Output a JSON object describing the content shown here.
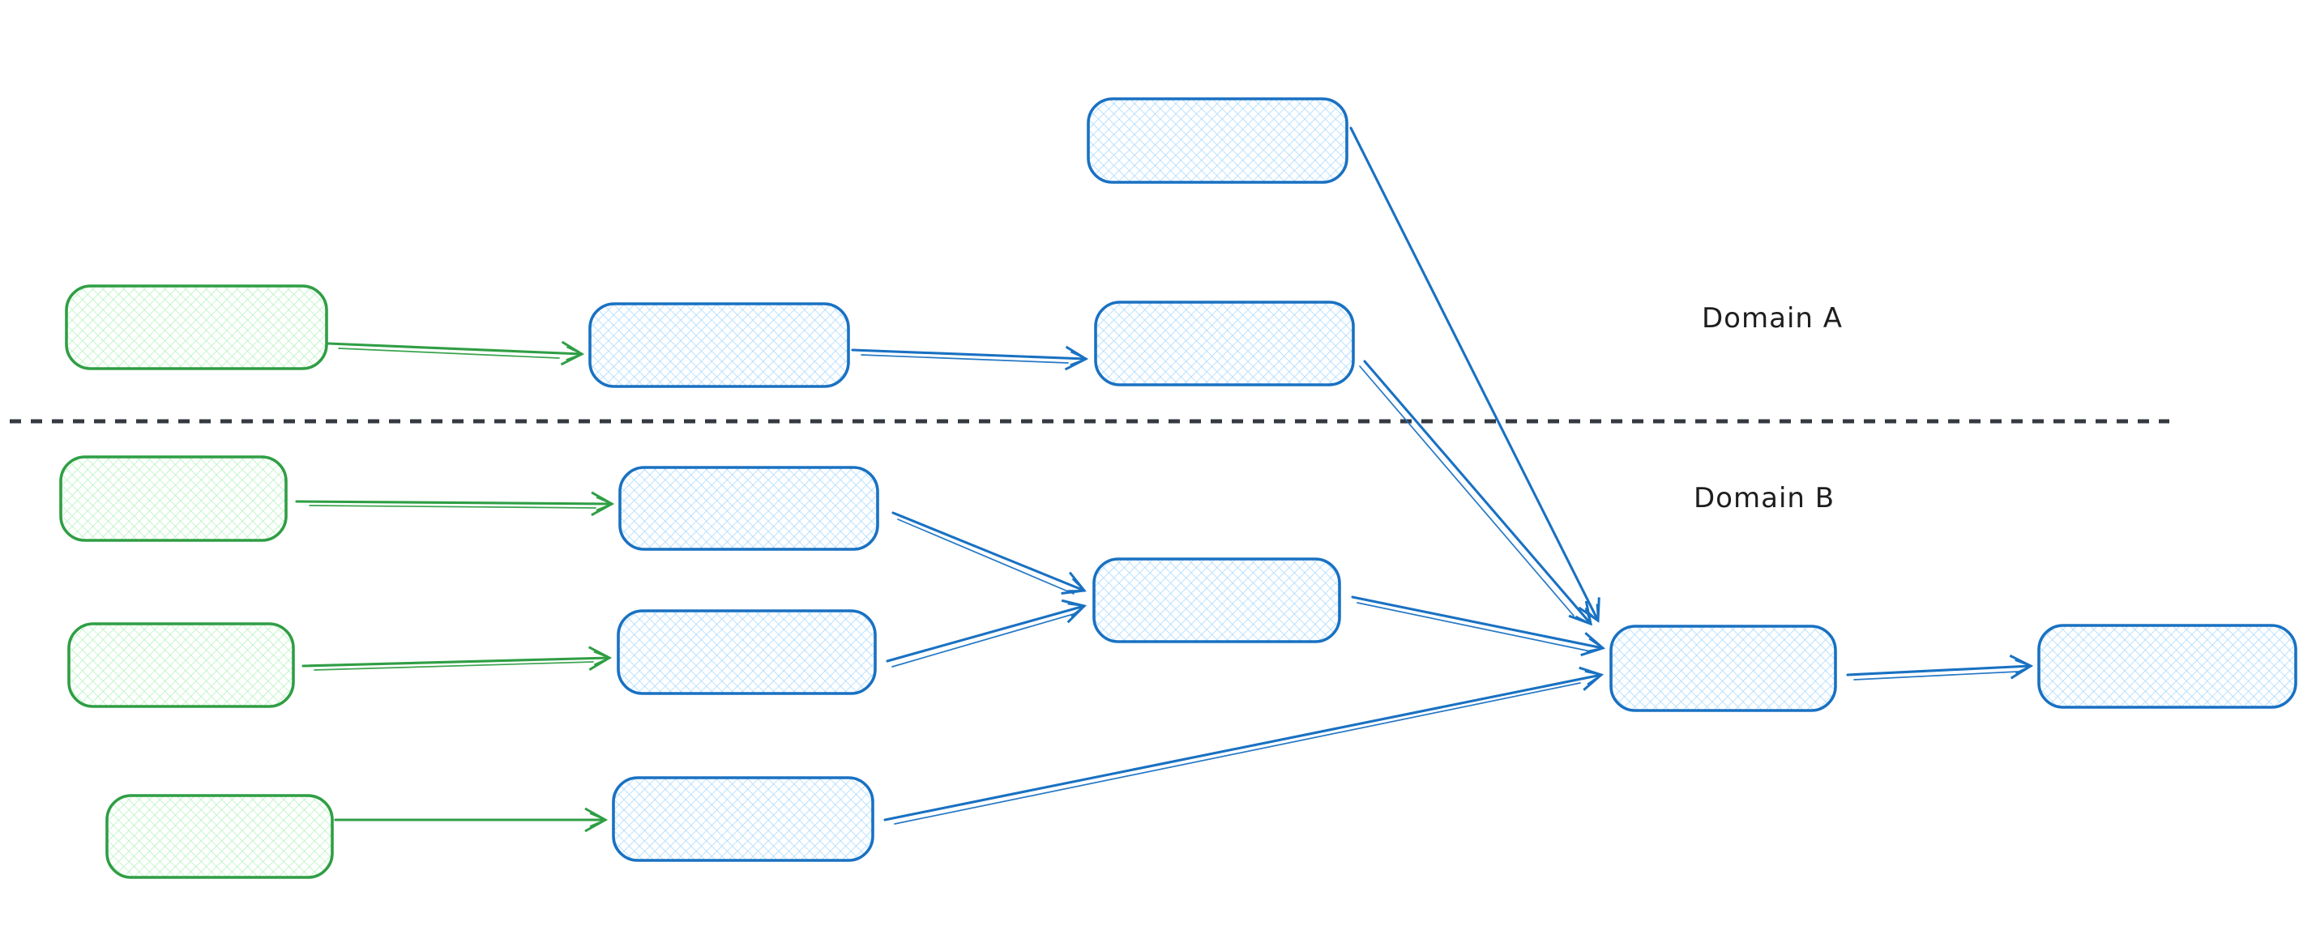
{
  "diagram": {
    "labels": {
      "domain_a": "Domain A",
      "domain_b": "Domain B"
    },
    "colors": {
      "background": "#ffffff",
      "blue_stroke": "#1971c2",
      "blue_fill": "#a5d8ff",
      "green_stroke": "#2f9e44",
      "green_fill": "#b2f2bb",
      "divider": "#343a40",
      "label_text": "#1e1e1e"
    },
    "nodes": [
      {
        "id": "a-top-blue",
        "variant": "blue"
      },
      {
        "id": "a-source-green",
        "variant": "green"
      },
      {
        "id": "a-mid-blue",
        "variant": "blue"
      },
      {
        "id": "a-right-blue",
        "variant": "blue"
      },
      {
        "id": "b1-source-green",
        "variant": "green"
      },
      {
        "id": "b1-blue",
        "variant": "blue"
      },
      {
        "id": "b2-source-green",
        "variant": "green"
      },
      {
        "id": "b2-blue",
        "variant": "blue"
      },
      {
        "id": "b-mid-blue",
        "variant": "blue"
      },
      {
        "id": "b3-source-green",
        "variant": "green"
      },
      {
        "id": "b3-blue",
        "variant": "blue"
      },
      {
        "id": "final-join-blue",
        "variant": "blue"
      },
      {
        "id": "output-blue",
        "variant": "blue"
      }
    ],
    "edges": [
      {
        "from": "a-source-green",
        "to": "a-mid-blue",
        "color": "green"
      },
      {
        "from": "a-mid-blue",
        "to": "a-right-blue",
        "color": "blue"
      },
      {
        "from": "a-top-blue",
        "to": "final-join-blue",
        "color": "blue"
      },
      {
        "from": "a-right-blue",
        "to": "final-join-blue",
        "color": "blue"
      },
      {
        "from": "b1-source-green",
        "to": "b1-blue",
        "color": "green"
      },
      {
        "from": "b2-source-green",
        "to": "b2-blue",
        "color": "green"
      },
      {
        "from": "b3-source-green",
        "to": "b3-blue",
        "color": "green"
      },
      {
        "from": "b1-blue",
        "to": "b-mid-blue",
        "color": "blue"
      },
      {
        "from": "b2-blue",
        "to": "b-mid-blue",
        "color": "blue"
      },
      {
        "from": "b-mid-blue",
        "to": "final-join-blue",
        "color": "blue"
      },
      {
        "from": "b3-blue",
        "to": "final-join-blue",
        "color": "blue"
      },
      {
        "from": "final-join-blue",
        "to": "output-blue",
        "color": "blue"
      }
    ]
  }
}
